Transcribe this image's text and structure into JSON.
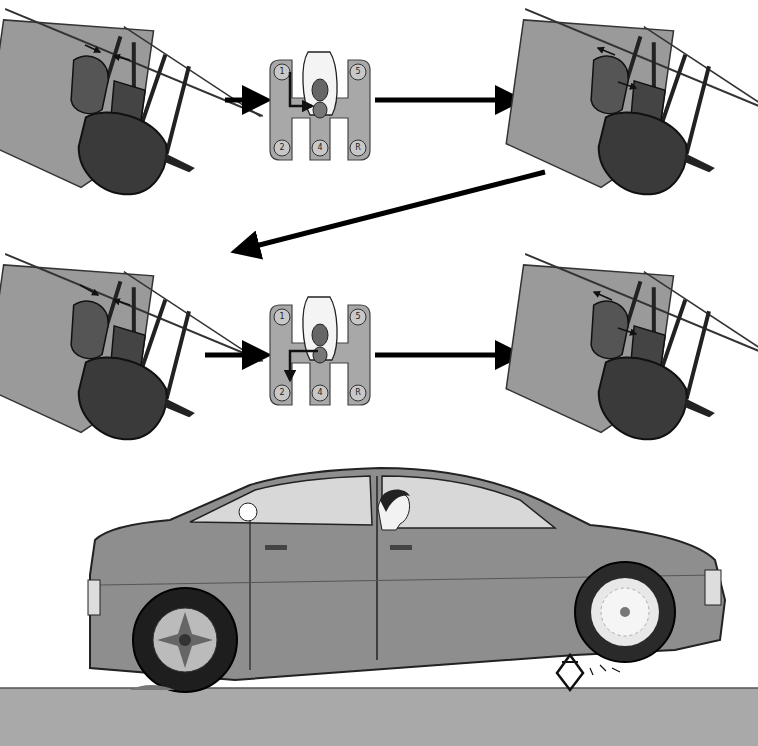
{
  "diagram": {
    "labels": [
      "1",
      "5",
      "2",
      "4",
      "R",
      "1",
      "5",
      "2",
      "4",
      "R"
    ]
  }
}
